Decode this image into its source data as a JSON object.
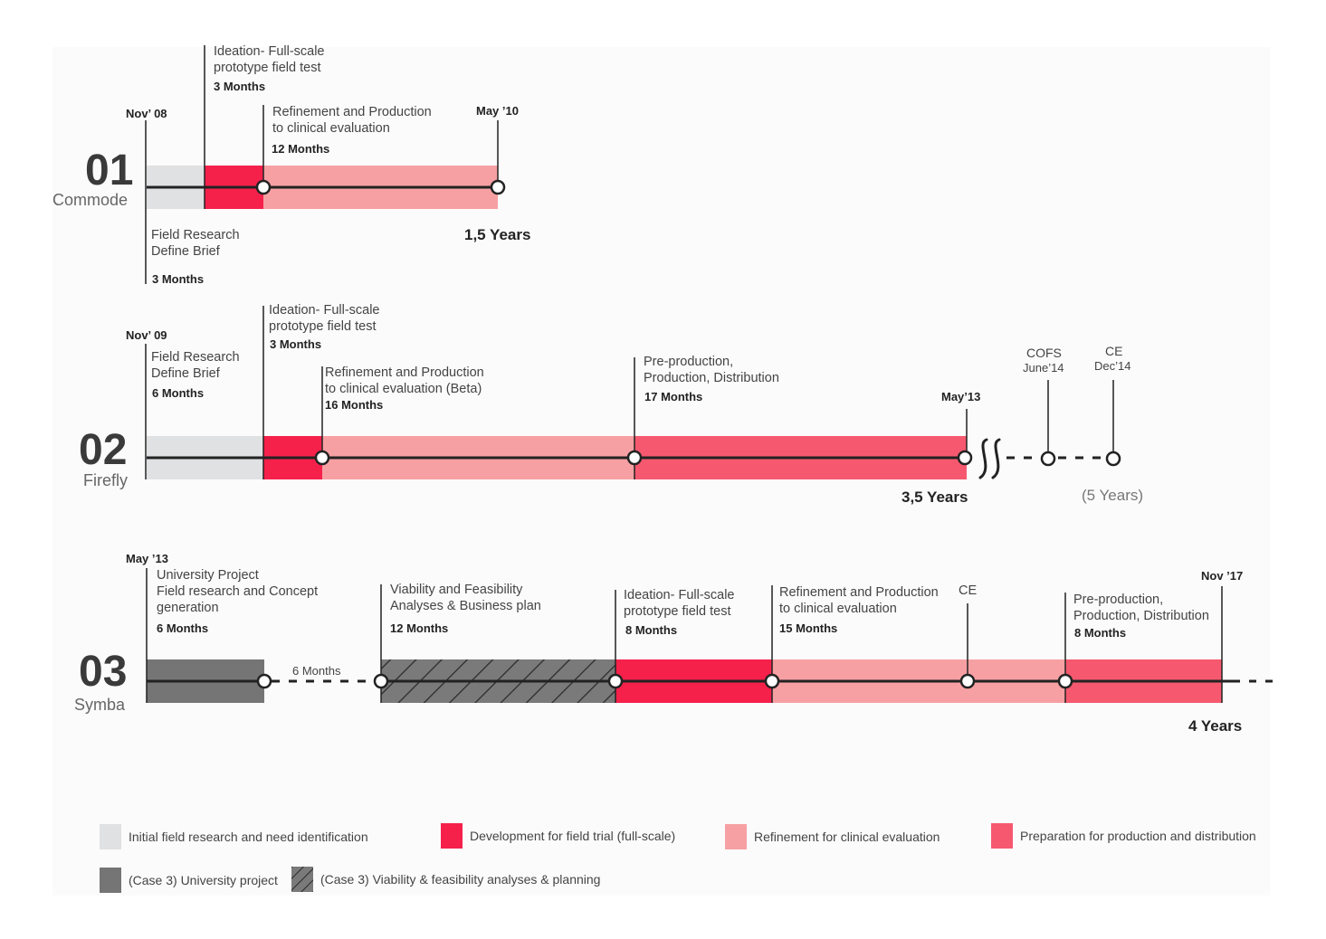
{
  "colors": {
    "research": "#e0e1e3",
    "development": "#f5214b",
    "refinement": "#f7a0a3",
    "preparation": "#f6596f",
    "university": "#757575",
    "viability": "#7a7a7a",
    "line": "#222222"
  },
  "case1": {
    "number": "01",
    "name": "Commode",
    "start_date": "Nov’ 08",
    "end_date": "May ’10",
    "phase1": {
      "line1": "Field Research",
      "line2": "Define Brief",
      "duration": "3 Months"
    },
    "phase2": {
      "line1": "Ideation- Full-scale",
      "line2": "prototype field test",
      "duration": "3 Months"
    },
    "phase3": {
      "line1": "Refinement and Production",
      "line2": "to clinical evaluation",
      "duration": "12 Months"
    },
    "total": "1,5 Years"
  },
  "case2": {
    "number": "02",
    "name": "Firefly",
    "start_date": "Nov’ 09",
    "end_date": "May’13",
    "phase1": {
      "line1": "Field Research",
      "line2": "Define Brief",
      "duration": "6 Months"
    },
    "phase2": {
      "line1": "Ideation- Full-scale",
      "line2": "prototype field test",
      "duration": "3 Months"
    },
    "phase3": {
      "line1": "Refinement and Production",
      "line2": "to clinical evaluation (Beta)",
      "duration": "16 Months"
    },
    "phase4": {
      "line1": "Pre-production,",
      "line2": "Production, Distribution",
      "duration": "17 Months"
    },
    "milestone1": {
      "title": "COFS",
      "date": "June’14"
    },
    "milestone2": {
      "title": "CE",
      "date": "Dec’14"
    },
    "total": "3,5 Years",
    "total_extended": "(5 Years)"
  },
  "case3": {
    "number": "03",
    "name": "Symba",
    "start_date": "May ’13",
    "end_date": "Nov ’17",
    "phase1": {
      "line1": "University Project",
      "line2": "Field research and Concept",
      "line3": "generation",
      "duration": "6 Months"
    },
    "gap": "6 Months",
    "phase2": {
      "line1": "Viability and Feasibility",
      "line2": "Analyses & Business plan",
      "duration": "12 Months"
    },
    "phase3": {
      "line1": "Ideation- Full-scale",
      "line2": "prototype field test",
      "duration": "8 Months"
    },
    "phase4": {
      "line1": "Refinement and Production",
      "line2": "to clinical evaluation",
      "duration": "15 Months"
    },
    "milestone": "CE",
    "phase5": {
      "line1": "Pre-production,",
      "line2": "Production, Distribution",
      "duration": "8 Months"
    },
    "total": "4 Years"
  },
  "legend": [
    {
      "label": "Initial field research and need identification",
      "color": "#e0e1e3"
    },
    {
      "label": "Development for field trial (full-scale)",
      "color": "#f5214b"
    },
    {
      "label": "Refinement for clinical evaluation",
      "color": "#f7a0a3"
    },
    {
      "label": "Preparation for production and distribution",
      "color": "#f6596f"
    },
    {
      "label": "(Case 3) University project",
      "color": "#757575"
    },
    {
      "label": "(Case 3) Viability & feasibility analyses & planning",
      "color": "hatch"
    }
  ]
}
